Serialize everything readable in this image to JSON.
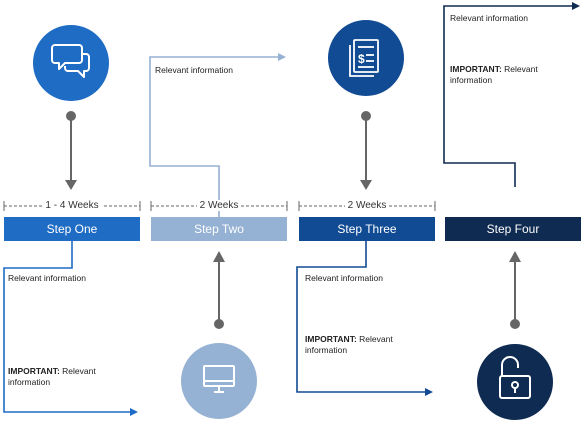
{
  "steps": [
    {
      "label": "Step One",
      "duration": "1 - 4 Weeks",
      "color": "#1f6cc4",
      "icon": "chat-bubbles-icon"
    },
    {
      "label": "Step Two",
      "duration": "2 Weeks",
      "color": "#95b1d3",
      "icon": "monitor-icon"
    },
    {
      "label": "Step Three",
      "duration": "2 Weeks",
      "color": "#114b93",
      "icon": "invoice-icon"
    },
    {
      "label": "Step Four",
      "duration": "",
      "color": "#0f2b52",
      "icon": "unlocked-padlock-icon"
    }
  ],
  "notes": {
    "step_one_info": "Relevant information",
    "step_one_important_label": "IMPORTANT:",
    "step_one_important_text": "Relevant information",
    "step_two_info": "Relevant information",
    "step_three_info": "Relevant information",
    "step_three_important_label": "IMPORTANT:",
    "step_three_important_text": "Relevant information",
    "step_four_info": "Relevant information",
    "step_four_important_label": "IMPORTANT:",
    "step_four_important_text": "Relevant information"
  }
}
